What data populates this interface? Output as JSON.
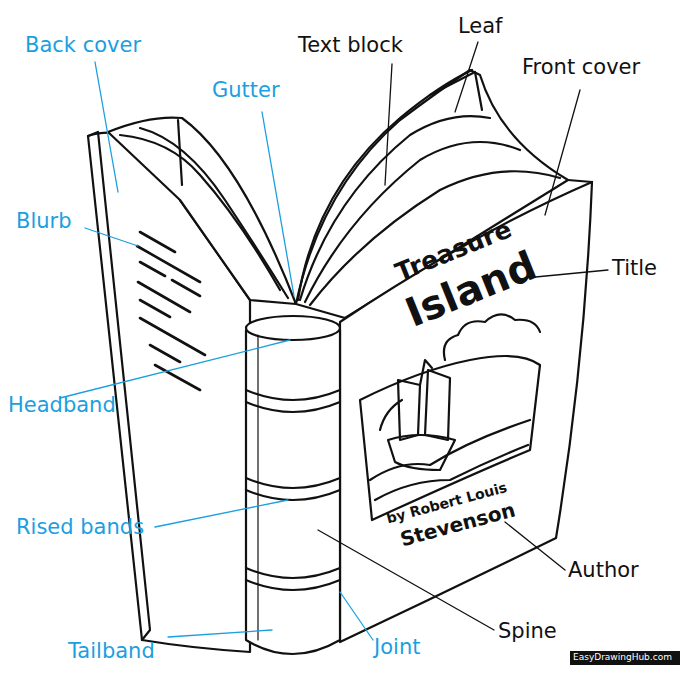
{
  "diagram": {
    "labels": [
      "Back cover",
      "Gutter",
      "Text block",
      "Leaf",
      "Front cover",
      "Blurb",
      "Title",
      "Headband",
      "Rised bands",
      "Author",
      "Tailband",
      "Joint",
      "Spine",
      "Treasure",
      "Island",
      "by Robert Louis",
      "Stevenson",
      "EasyDrawingHub.com"
    ]
  }
}
